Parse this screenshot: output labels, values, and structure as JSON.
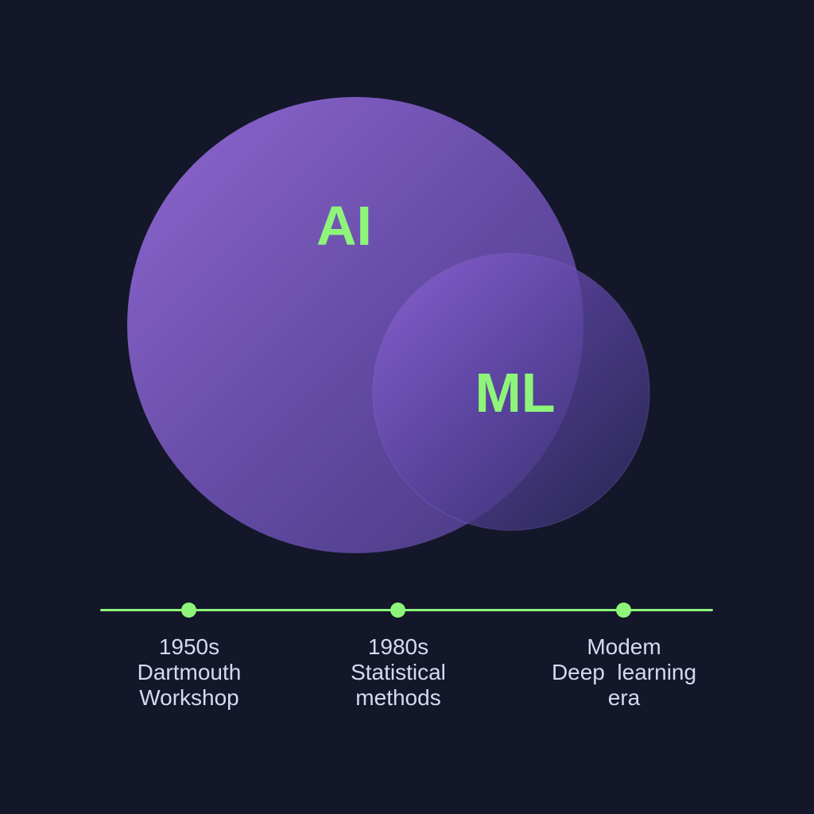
{
  "colors": {
    "background": "#131729",
    "set_fill_light": "#9367d8",
    "set_fill_dark": "#3f3577",
    "set_label": "#8ef57a",
    "timeline_accent": "#8ef57a",
    "timeline_text": "#d6d9f2"
  },
  "venn": {
    "sets": [
      {
        "id": "ai",
        "label": "AI"
      },
      {
        "id": "ml",
        "label": "ML"
      }
    ]
  },
  "timeline": {
    "milestones": [
      {
        "period": "1950s",
        "line1": "Dartmouth",
        "line2": "Workshop"
      },
      {
        "period": "1980s",
        "line1": "Statistical",
        "line2": "methods"
      },
      {
        "period": "Modem",
        "line1": "Deep  learning",
        "line2": "era"
      }
    ]
  }
}
